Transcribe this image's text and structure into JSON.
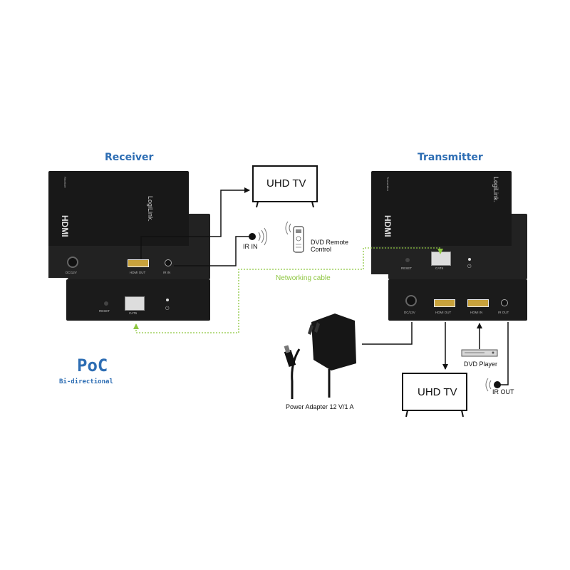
{
  "titles": {
    "receiver": "Receiver",
    "transmitter": "Transmitter"
  },
  "tv": {
    "top": "UHD TV",
    "bottom": "UHD TV"
  },
  "labels": {
    "ir_in": "IR IN",
    "ir_out": "IR OUT",
    "dvd_remote_line1": "DVD Remote",
    "dvd_remote_line2": "Control",
    "networking_cable": "Networking cable",
    "dvd_player": "DVD Player",
    "power_adapter": "Power Adapter 12 V/1 A"
  },
  "poc": {
    "title": "PoC",
    "subtitle": "Bi-directional"
  },
  "device": {
    "brand": "LogiLink.",
    "hdmi_logo": "HDMI",
    "receiver_label": "Receiver",
    "transmitter_label": "Transmitter",
    "port_dc": "DC/12V",
    "port_hdmi_out": "HDMI OUT",
    "port_hdmi_in": "HDMI IN",
    "port_ir_in": "IR IN",
    "port_ir_out": "IR OUT",
    "port_cat6": "CAT6",
    "port_reset": "RESET"
  },
  "colors": {
    "accent": "#2d6db3",
    "cable": "#8dc63f",
    "device": "#1b1b1b"
  }
}
